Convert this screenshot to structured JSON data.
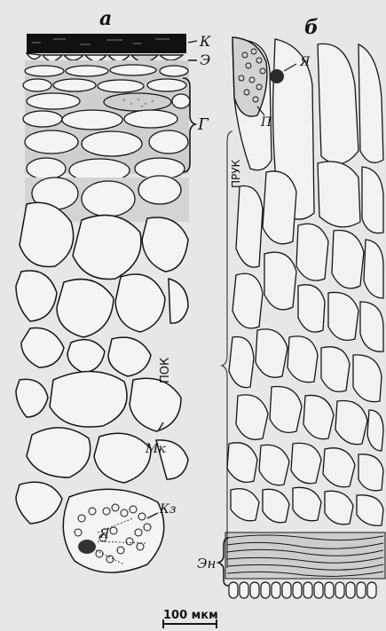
{
  "panels": {
    "a": "а",
    "b": "б"
  },
  "labels_a": {
    "k": "К",
    "e": "Э",
    "g": "Г",
    "pok": "ПОК",
    "mk": "Мк",
    "ya": "Я",
    "kz": "Кз"
  },
  "labels_b": {
    "ya": "Я",
    "p": "П",
    "pruk": "ПРУК",
    "zn": "Эн"
  },
  "scale": {
    "text": "100 мкм"
  },
  "colors": {
    "background": "#e7e7e7",
    "ink": "#161616",
    "cell_fill": "#f4f4f4",
    "stipple": "#9a9a9a"
  }
}
